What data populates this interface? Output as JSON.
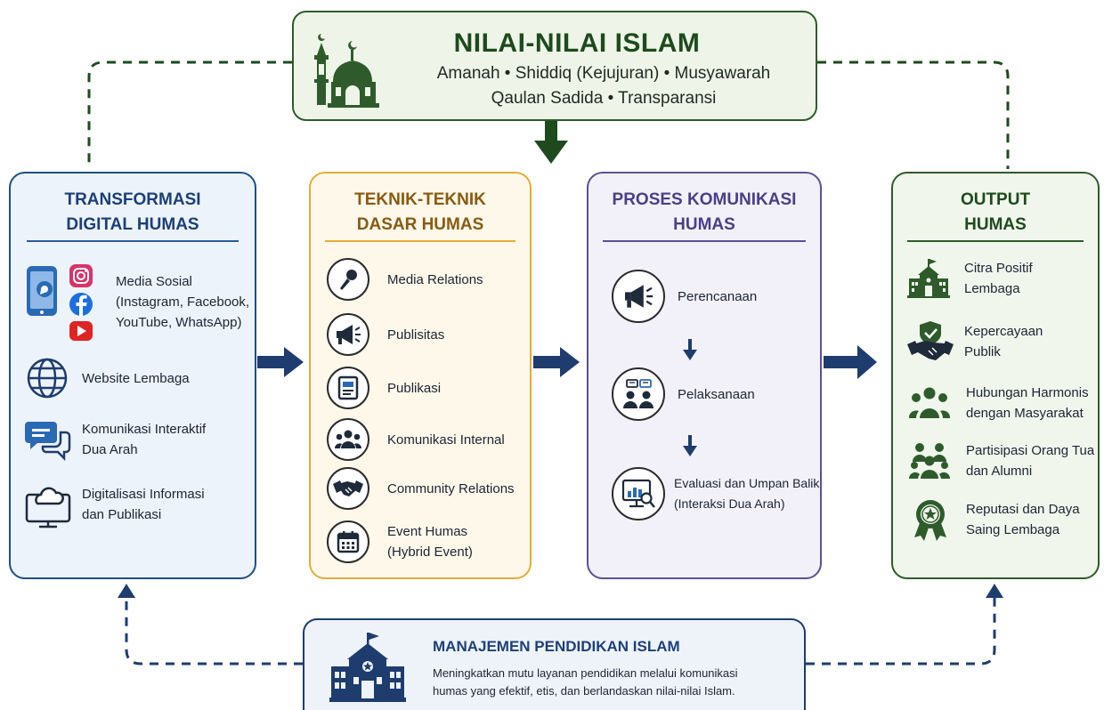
{
  "header": {
    "title": "NILAI-NILAI ISLAM",
    "line1": "Amanah • Shiddiq (Kejujuran) • Musyawarah",
    "line2": "Qaulan Sadida • Transparansi"
  },
  "columns": {
    "digital": {
      "title_line1": "TRANSFORMASI",
      "title_line2": "DIGITAL HUMAS",
      "items": [
        {
          "lines": [
            "Media Sosial",
            "(Instagram, Facebook,",
            "YouTube, WhatsApp)"
          ],
          "icon": "social-media-icons"
        },
        {
          "lines": [
            "Website Lembaga"
          ],
          "icon": "globe-icon"
        },
        {
          "lines": [
            "Komunikasi Interaktif",
            "Dua Arah"
          ],
          "icon": "chat-bubbles-icon"
        },
        {
          "lines": [
            "Digitalisasi Informasi",
            "dan Publikasi"
          ],
          "icon": "cloud-monitor-icon"
        }
      ]
    },
    "teknik": {
      "title_line1": "TEKNIK-TEKNIK",
      "title_line2": "DASAR HUMAS",
      "items": [
        {
          "lines": [
            "Media Relations"
          ],
          "icon": "microphone-icon"
        },
        {
          "lines": [
            "Publisitas"
          ],
          "icon": "megaphone-icon"
        },
        {
          "lines": [
            "Publikasi"
          ],
          "icon": "document-icon"
        },
        {
          "lines": [
            "Komunikasi Internal"
          ],
          "icon": "people-group-icon"
        },
        {
          "lines": [
            "Community Relations"
          ],
          "icon": "handshake-icon"
        },
        {
          "lines": [
            "Event Humas",
            "(Hybrid Event)"
          ],
          "icon": "calendar-icon"
        }
      ]
    },
    "proses": {
      "title_line1": "PROSES KOMUNIKASI",
      "title_line2": "HUMAS",
      "items": [
        {
          "lines": [
            "Perencanaan"
          ],
          "icon": "megaphone-icon"
        },
        {
          "lines": [
            "Pelaksanaan"
          ],
          "icon": "meeting-icon"
        },
        {
          "lines": [
            "Evaluasi dan Umpan Balik",
            "(Interaksi Dua Arah)"
          ],
          "icon": "analytics-icon"
        }
      ]
    },
    "output": {
      "title_line1": "OUTPUT",
      "title_line2": "HUMAS",
      "items": [
        {
          "lines": [
            "Citra Positif",
            "Lembaga"
          ],
          "icon": "school-building-icon"
        },
        {
          "lines": [
            "Kepercayaan",
            "Publik"
          ],
          "icon": "trust-handshake-icon"
        },
        {
          "lines": [
            "Hubungan Harmonis",
            "dengan Masyarakat"
          ],
          "icon": "community-icon"
        },
        {
          "lines": [
            "Partisipasi Orang Tua",
            "dan Alumni"
          ],
          "icon": "parents-alumni-icon"
        },
        {
          "lines": [
            "Reputasi dan Daya",
            "Saing Lembaga"
          ],
          "icon": "award-medal-icon"
        }
      ]
    }
  },
  "footer": {
    "title": "MANAJEMEN PENDIDIKAN ISLAM",
    "desc_line1": "Meningkatkan mutu layanan pendidikan melalui komunikasi",
    "desc_line2": "humas yang efektif, etis, dan berlandaskan nilai-nilai Islam."
  },
  "colors": {
    "navy": "#1f3c6e",
    "green": "#2f5b2c",
    "gold": "#e2ad3b",
    "purple": "#5d4f95",
    "blue": "#1f4e86"
  }
}
